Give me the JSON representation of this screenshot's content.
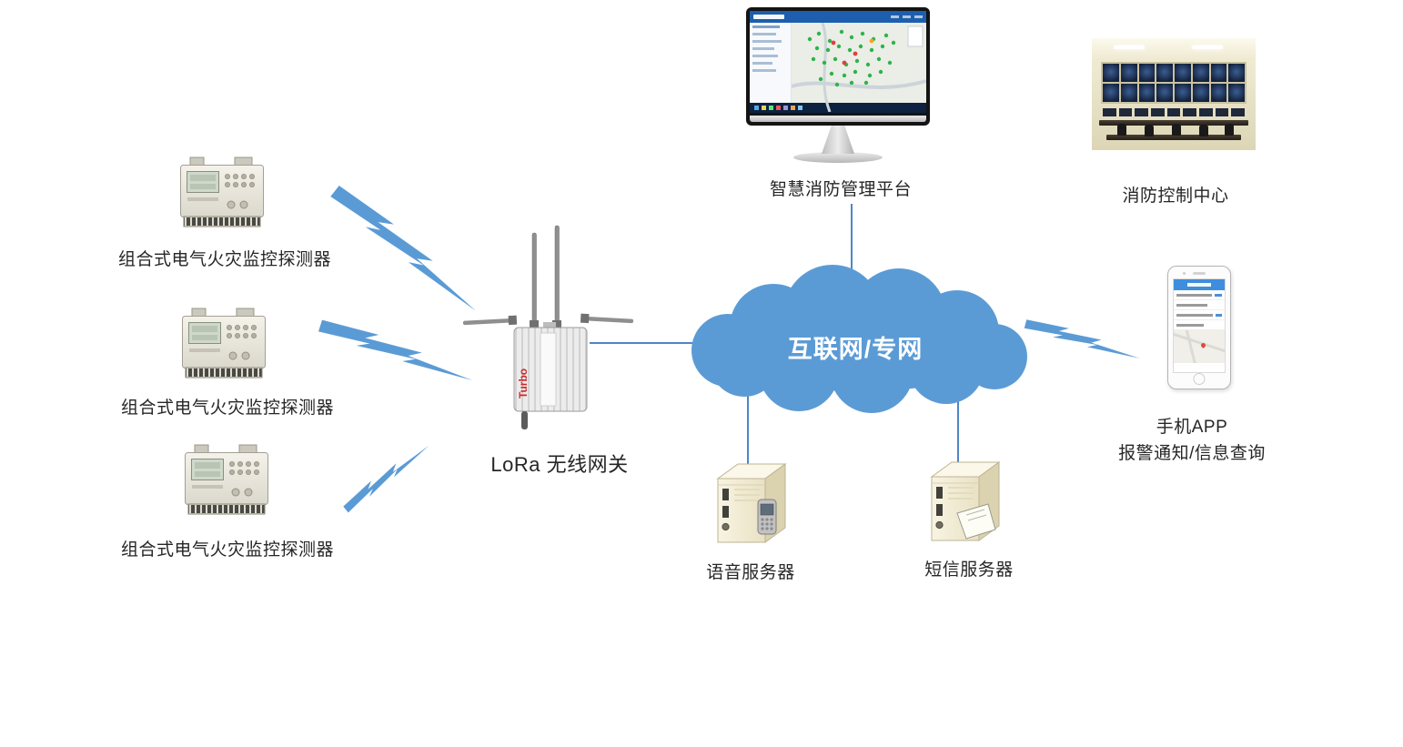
{
  "nodes": {
    "detector1": {
      "label": "组合式电气火灾监控探测器"
    },
    "detector2": {
      "label": "组合式电气火灾监控探测器"
    },
    "detector3": {
      "label": "组合式电气火灾监控探测器"
    },
    "gateway": {
      "label": "LoRa 无线网关",
      "device_text": "Turbo"
    },
    "cloud": {
      "label": "互联网/专网"
    },
    "platform": {
      "label": "智慧消防管理平台"
    },
    "control_center": {
      "label": "消防控制中心"
    },
    "phone": {
      "label_line1": "手机APP",
      "label_line2": "报警通知/信息查询"
    },
    "voice_server": {
      "label": "语音服务器"
    },
    "sms_server": {
      "label": "短信服务器"
    }
  },
  "colors": {
    "cloud": "#5B9BD5",
    "bolt": "#5B9BD5",
    "connector": "#4E86C6",
    "label_text": "#262626",
    "brand_text": "#CC2A2A"
  }
}
